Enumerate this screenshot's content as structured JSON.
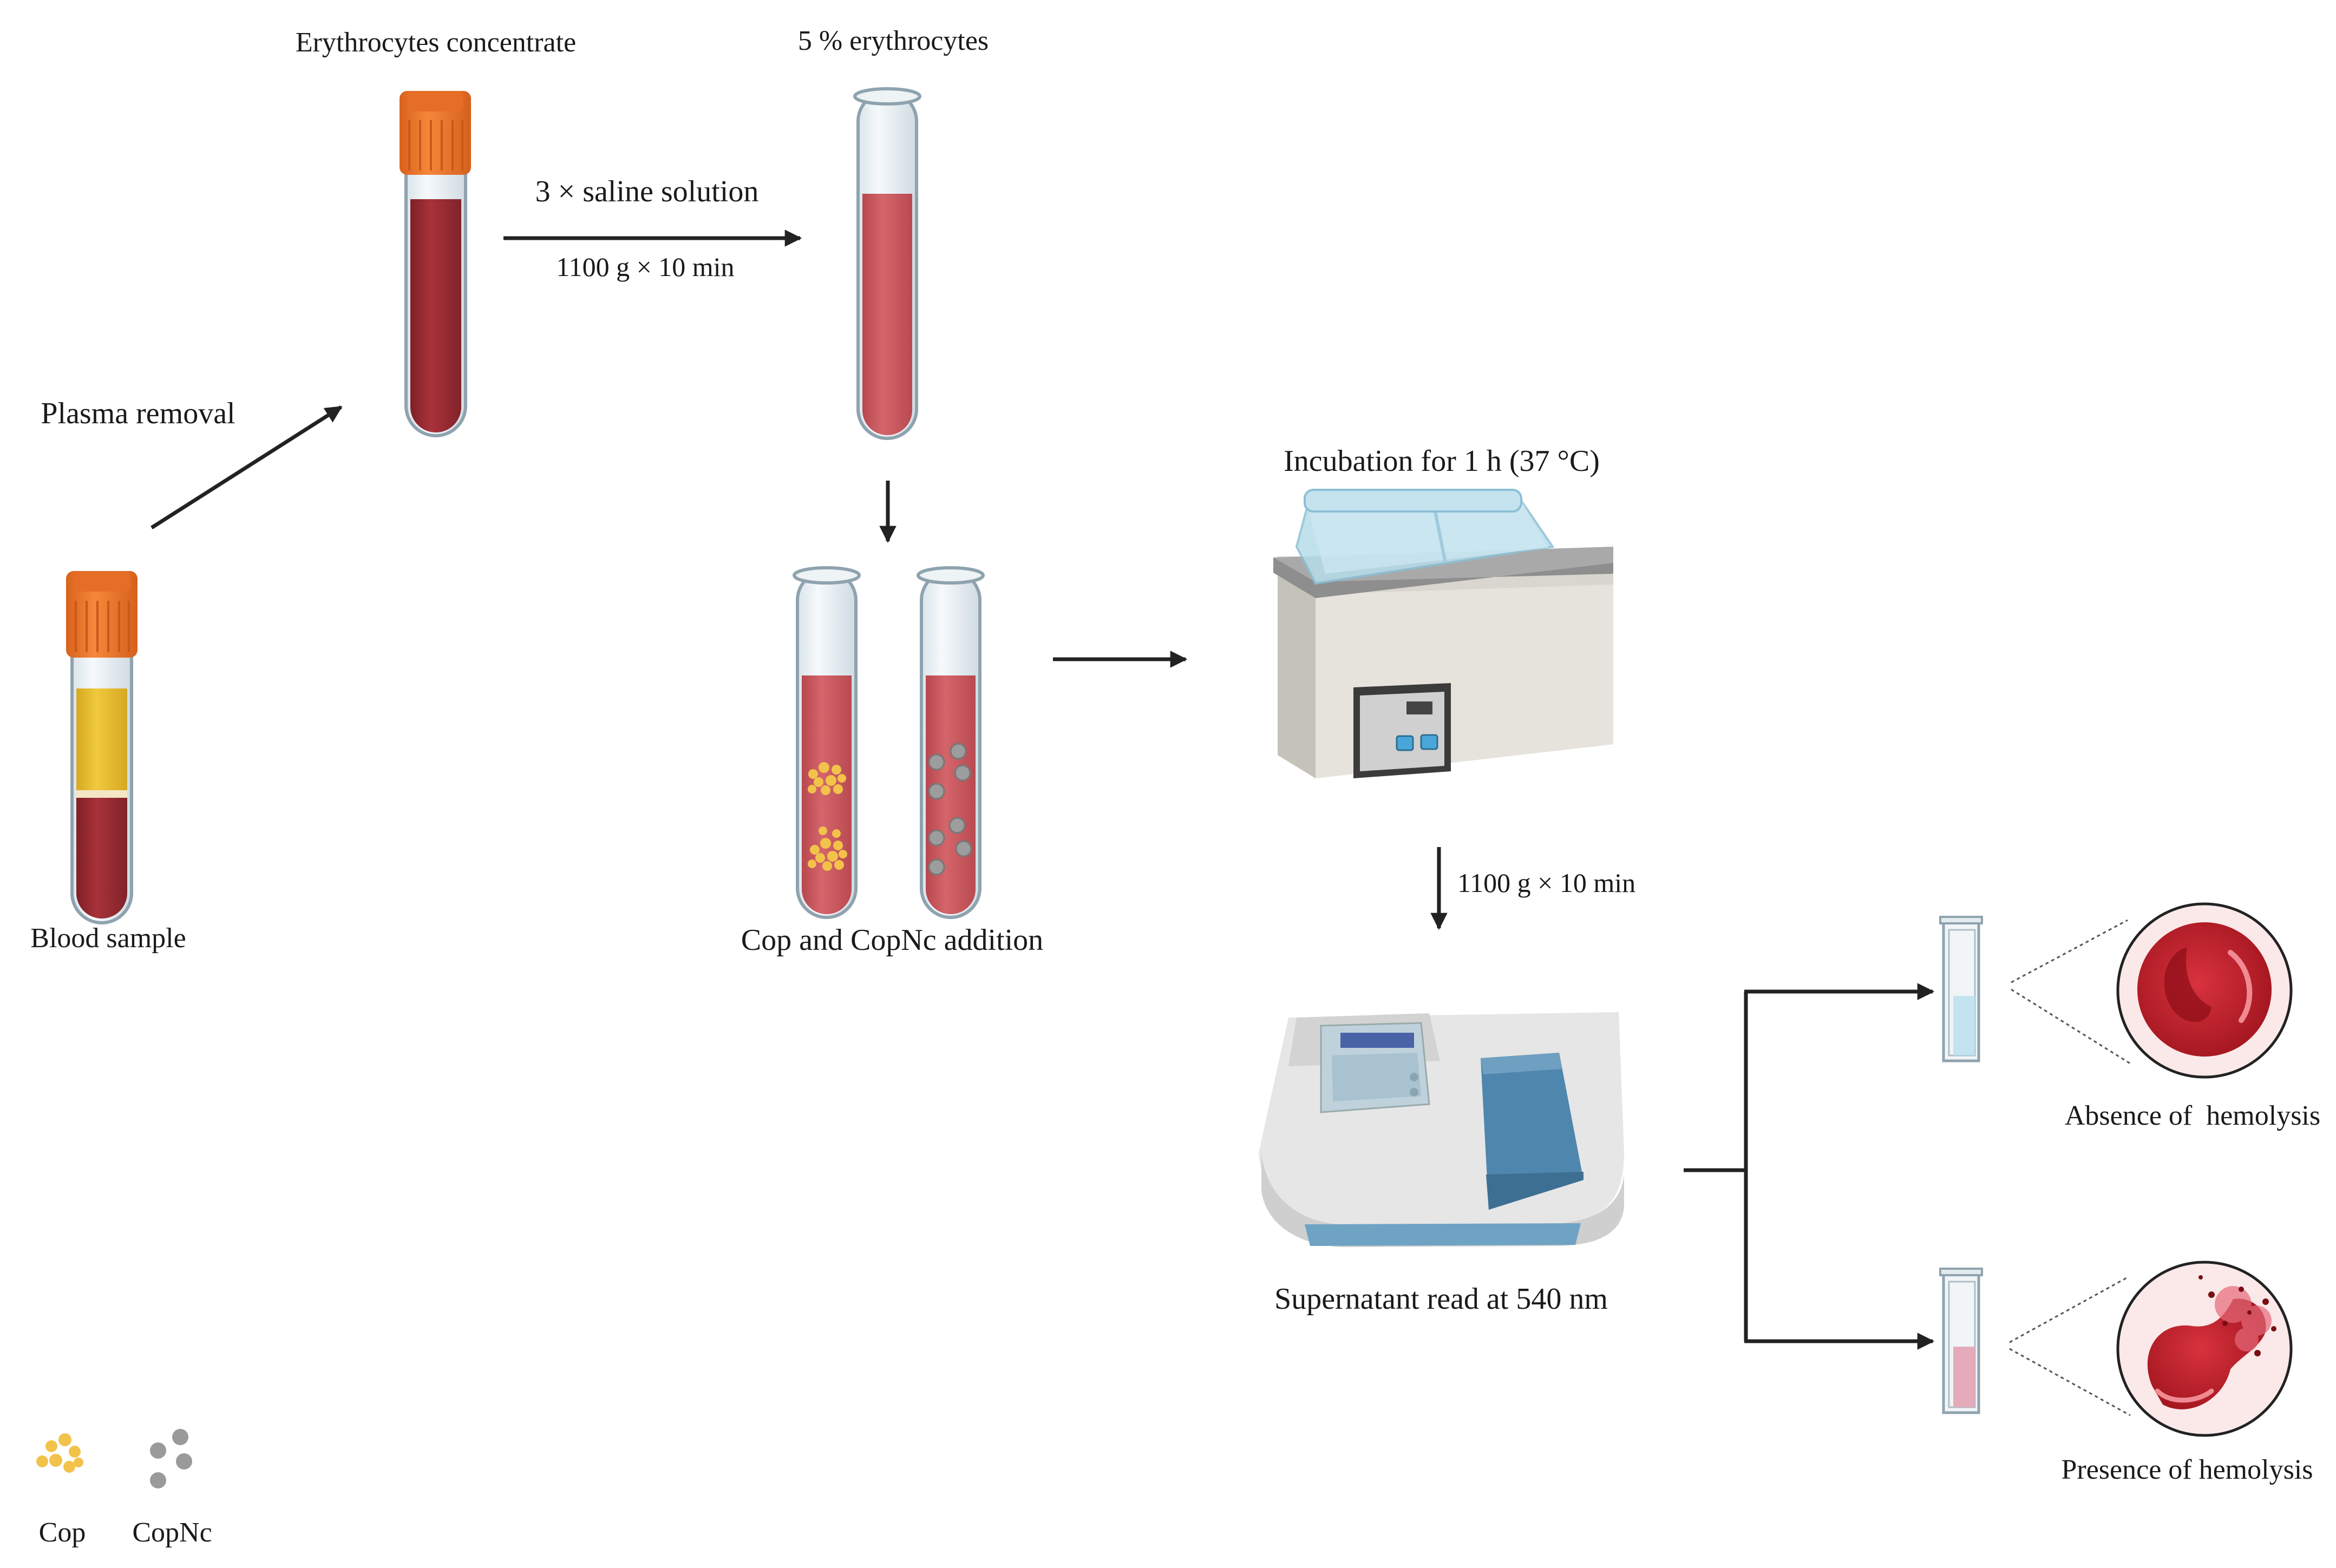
{
  "labels": {
    "erythrocytes_concentrate": "Erythrocytes concentrate",
    "five_percent_erythrocytes": "5 % erythrocytes",
    "saline_wash": "3 × saline solution",
    "centrifuge_1": "1100 g × 10 min",
    "plasma_removal": "Plasma removal",
    "blood_sample": "Blood sample",
    "cop_copnc_addition": "Cop and CopNc addition",
    "incubation": "Incubation for 1 h (37 °C)",
    "centrifuge_2": "1100 g × 10 min",
    "supernatant_read": "Supernatant read at 540 nm",
    "absence_hemolysis": "Absence of  hemolysis",
    "presence_hemolysis": "Presence of hemolysis"
  },
  "legend": {
    "cop": "Cop",
    "copnc": "CopNc"
  },
  "colors": {
    "blood_dark": "#9c2a31",
    "blood_light": "#cd5c62",
    "plasma": "#e8c23a",
    "cap": "#ef7a2e",
    "cop_particle": "#f2c24b",
    "copnc_particle": "#9a9a9a",
    "arrow": "#222222"
  }
}
